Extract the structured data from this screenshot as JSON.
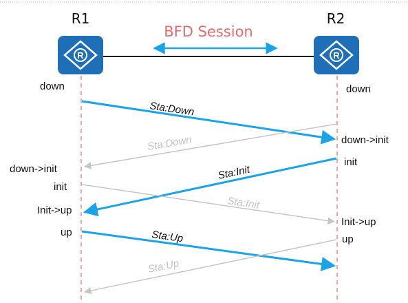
{
  "session_label": "BFD Session",
  "routers": {
    "r1": {
      "name": "R1",
      "icon": "router-icon",
      "icon_letter": "R"
    },
    "r2": {
      "name": "R2",
      "icon": "router-icon",
      "icon_letter": "R"
    }
  },
  "r1_states": {
    "s1": "down",
    "s2": "down->init",
    "s3": "init",
    "s4": "Init->up",
    "s5": "up"
  },
  "r2_states": {
    "s1": "down",
    "s2": "down->init",
    "s3": "init",
    "s4": "Init->up",
    "s5": "up"
  },
  "messages": {
    "m1": {
      "label": "Sta:Down",
      "direction": "R1 to R2",
      "emphasis": "strong"
    },
    "m2": {
      "label": "Sta:Down",
      "direction": "R2 to R1",
      "emphasis": "faint"
    },
    "m3": {
      "label": "Sta:Init",
      "direction": "R2 to R1",
      "emphasis": "strong"
    },
    "m4": {
      "label": "Sta:Init",
      "direction": "R1 to R2",
      "emphasis": "faint"
    },
    "m5": {
      "label": "Sta:Up",
      "direction": "R1 to R2",
      "emphasis": "strong"
    },
    "m6": {
      "label": "Sta:Up",
      "direction": "R2 to R1",
      "emphasis": "faint"
    }
  },
  "colors": {
    "router_fill": "#1f6fb8",
    "strong_arrow": "#1aa3e6",
    "faint_arrow": "#c6c6c6",
    "lifeline": "#e88a8a",
    "session_label": "#e26d6d"
  }
}
